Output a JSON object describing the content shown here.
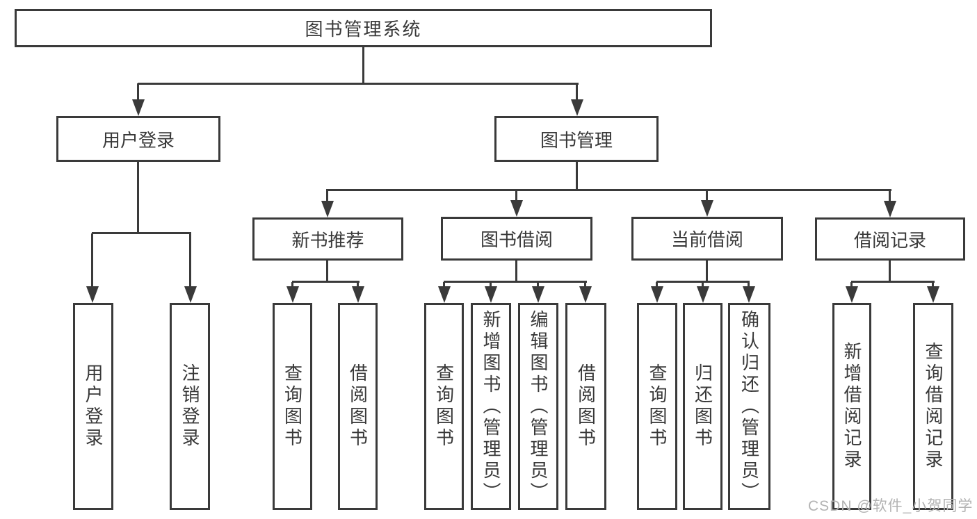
{
  "diagram_type": "hierarchy-tree",
  "colors": {
    "line": "#3a3a3a",
    "box_border": "#3a3a3a",
    "text": "#383838",
    "background": "#ffffff",
    "watermark": "#b3b3b3"
  },
  "root": {
    "label": "图书管理系统"
  },
  "level2": [
    {
      "id": "user-login",
      "label": "用户登录"
    },
    {
      "id": "book-management",
      "label": "图书管理"
    }
  ],
  "level3": [
    {
      "id": "new-book-recommend",
      "parent": "book-management",
      "label": "新书推荐"
    },
    {
      "id": "book-borrow",
      "parent": "book-management",
      "label": "图书借阅"
    },
    {
      "id": "current-borrow",
      "parent": "book-management",
      "label": "当前借阅"
    },
    {
      "id": "borrow-records",
      "parent": "book-management",
      "label": "借阅记录"
    }
  ],
  "leaves": [
    {
      "parent": "user-login",
      "label": "用户登录"
    },
    {
      "parent": "user-login",
      "label": "注销登录"
    },
    {
      "parent": "new-book-recommend",
      "label": "查询图书"
    },
    {
      "parent": "new-book-recommend",
      "label": "借阅图书"
    },
    {
      "parent": "book-borrow",
      "label": "查询图书"
    },
    {
      "parent": "book-borrow",
      "label": "新增图书（管理员）"
    },
    {
      "parent": "book-borrow",
      "label": "编辑图书（管理员）"
    },
    {
      "parent": "book-borrow",
      "label": "借阅图书"
    },
    {
      "parent": "current-borrow",
      "label": "查询图书"
    },
    {
      "parent": "current-borrow",
      "label": "归还图书"
    },
    {
      "parent": "current-borrow",
      "label": "确认归还（管理员）"
    },
    {
      "parent": "borrow-records",
      "label": "新增借阅记录"
    },
    {
      "parent": "borrow-records",
      "label": "查询借阅记录"
    }
  ],
  "watermark": {
    "text": "CSDN @软件_小贺同学"
  }
}
